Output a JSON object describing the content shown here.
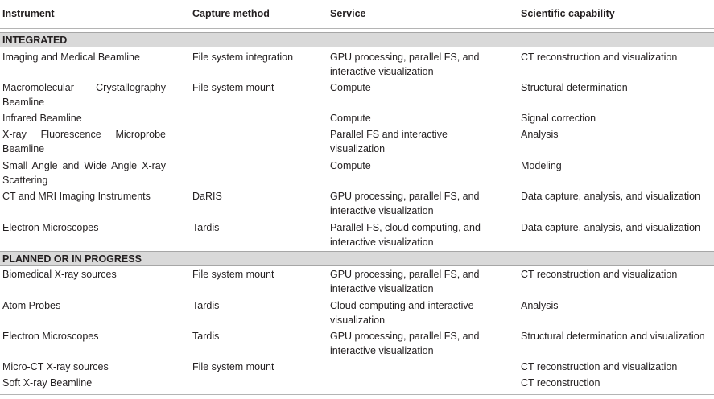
{
  "headers": {
    "instrument": "Instrument",
    "capture": "Capture method",
    "service": "Service",
    "science": "Scientific capability"
  },
  "sections": [
    {
      "title": "INTEGRATED",
      "rows": [
        {
          "instrument": "Imaging and Medical Beamline",
          "capture": "File system integration",
          "service": "GPU processing, parallel FS, and interactive visualization",
          "science": "CT reconstruction and visualization"
        },
        {
          "instrument": "Macromolecular Crystallography Beamline",
          "capture": "File system mount",
          "service": "Compute",
          "science": "Structural determination"
        },
        {
          "instrument": "Infrared Beamline",
          "capture": "",
          "service": "Compute",
          "science": "Signal correction"
        },
        {
          "instrument": "X-ray Fluorescence Microprobe Beamline",
          "capture": "",
          "service": "Parallel FS and interactive visualization",
          "science": "Analysis"
        },
        {
          "instrument": "Small Angle and Wide Angle X-ray Scattering",
          "capture": "",
          "service": "Compute",
          "science": "Modeling"
        },
        {
          "instrument": "CT and MRI Imaging Instruments",
          "capture": "DaRIS",
          "service": "GPU processing, parallel FS, and interactive visualization",
          "science": "Data capture, analysis, and visualization"
        },
        {
          "instrument": "Electron Microscopes",
          "capture": "Tardis",
          "service": "Parallel FS, cloud computing, and interactive visualization",
          "science": "Data capture, analysis, and visualization"
        }
      ]
    },
    {
      "title": "PLANNED OR IN PROGRESS",
      "rows": [
        {
          "instrument": "Biomedical X-ray sources",
          "capture": "File system mount",
          "service": "GPU processing, parallel FS, and interactive visualization",
          "science": "CT reconstruction and visualization"
        },
        {
          "instrument": "Atom Probes",
          "capture": "Tardis",
          "service": "Cloud computing and interactive visualization",
          "science": "Analysis"
        },
        {
          "instrument": "Electron Microscopes",
          "capture": "Tardis",
          "service": "GPU processing, parallel FS, and interactive visualization",
          "science": "Structural determination and visualization"
        },
        {
          "instrument": "Micro-CT X-ray sources",
          "capture": "File system mount",
          "service": "",
          "science": "CT reconstruction and visualization"
        },
        {
          "instrument": "Soft X-ray Beamline",
          "capture": "",
          "service": "",
          "science": "CT reconstruction"
        }
      ]
    }
  ]
}
